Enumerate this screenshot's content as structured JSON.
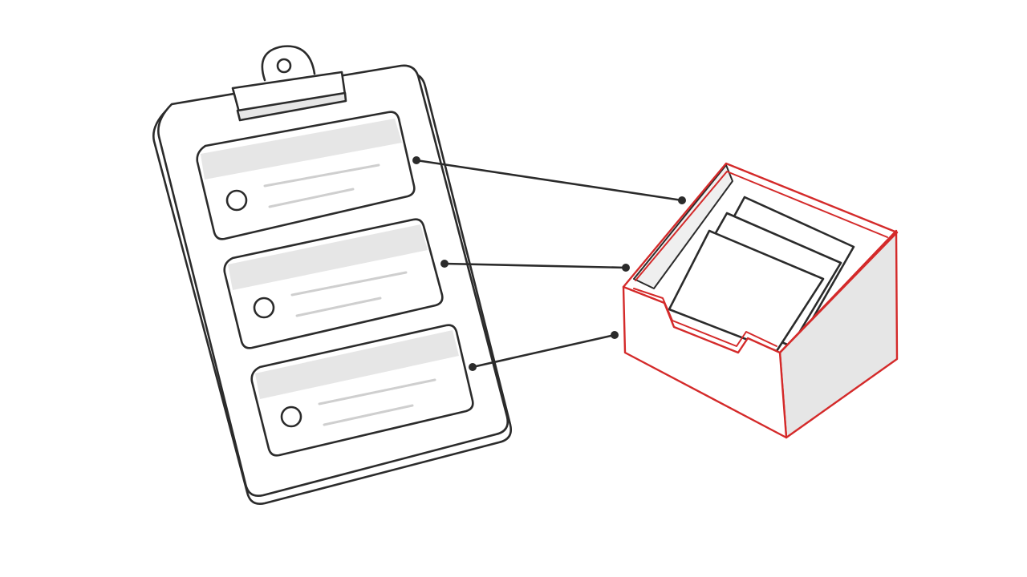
{
  "colors": {
    "background": "#ffffff",
    "stroke": "#2b2b2b",
    "accent": "#d42a2a",
    "fill_light": "#e6e6e6",
    "fill_white": "#ffffff",
    "line_faint": "#cfcfcf"
  },
  "illustration": {
    "clipboard": {
      "icon": "clipboard-icon",
      "cards": [
        {
          "icon": "radio-circle-icon",
          "text_lines": 2
        },
        {
          "icon": "radio-circle-icon",
          "text_lines": 2
        },
        {
          "icon": "radio-circle-icon",
          "text_lines": 2
        }
      ]
    },
    "tray": {
      "icon": "file-tray-icon",
      "highlighted": true,
      "papers": 3
    },
    "connectors": 3
  }
}
